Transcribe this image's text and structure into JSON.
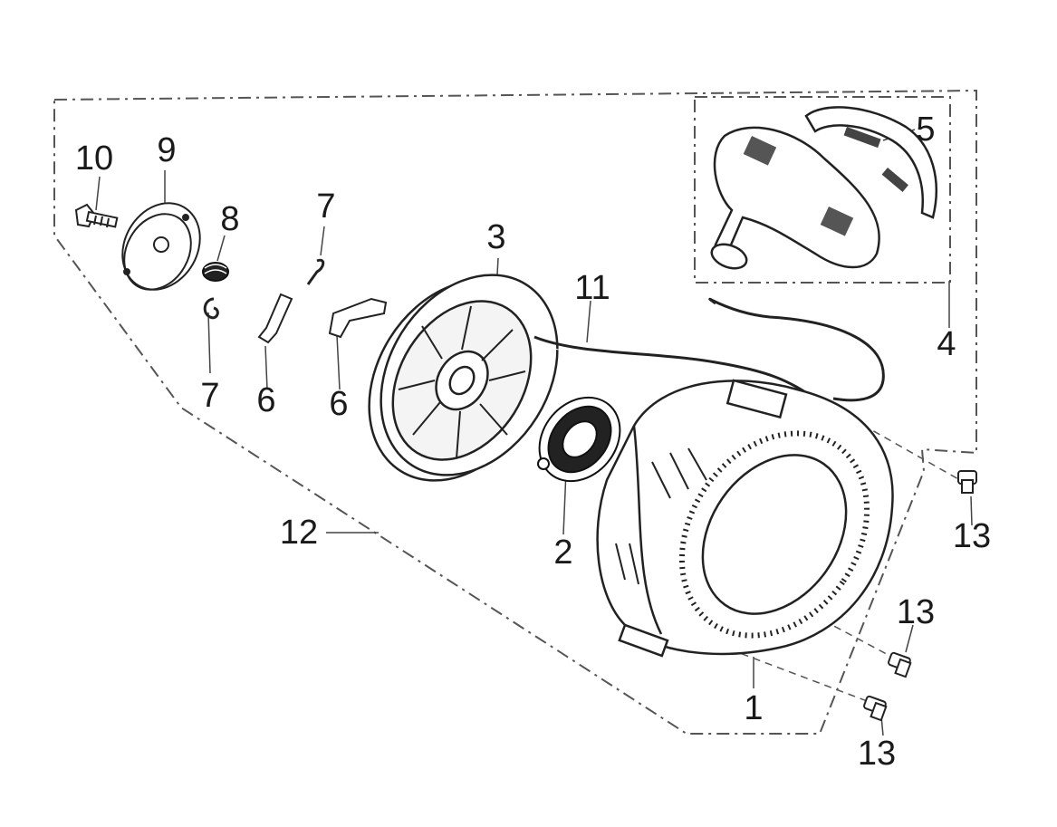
{
  "callouts": {
    "part_1": "1",
    "part_2": "2",
    "part_3": "3",
    "part_4": "4",
    "part_5": "5",
    "part_6a": "6",
    "part_6b": "6",
    "part_7a": "7",
    "part_7b": "7",
    "part_8": "8",
    "part_9": "9",
    "part_10": "10",
    "part_11": "11",
    "part_12": "12",
    "part_13a": "13",
    "part_13b": "13",
    "part_13c": "13"
  },
  "colors": {
    "line": "#333333",
    "fill": "#ffffff",
    "dark": "#222222"
  }
}
